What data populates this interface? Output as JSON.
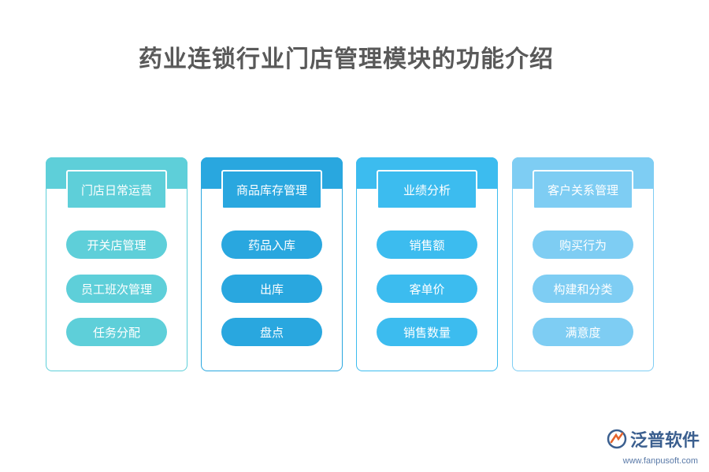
{
  "title": "药业连锁行业门店管理模块的功能介绍",
  "modules": [
    {
      "header": "门店日常运营",
      "color": "#5ecfd9",
      "items": [
        "开关店管理",
        "员工班次管理",
        "任务分配"
      ]
    },
    {
      "header": "商品库存管理",
      "color": "#29a7df",
      "items": [
        "药品入库",
        "出库",
        "盘点"
      ]
    },
    {
      "header": "业绩分析",
      "color": "#3cbcef",
      "items": [
        "销售额",
        "客单价",
        "销售数量"
      ]
    },
    {
      "header": "客户关系管理",
      "color": "#7ecdf3",
      "items": [
        "购买行为",
        "构建和分类",
        "满意度"
      ]
    }
  ],
  "logo": {
    "name": "泛普软件",
    "url": "www.fanpusoft.com",
    "icon": "fanpu-logo-icon",
    "color": "#3b5f8f"
  }
}
